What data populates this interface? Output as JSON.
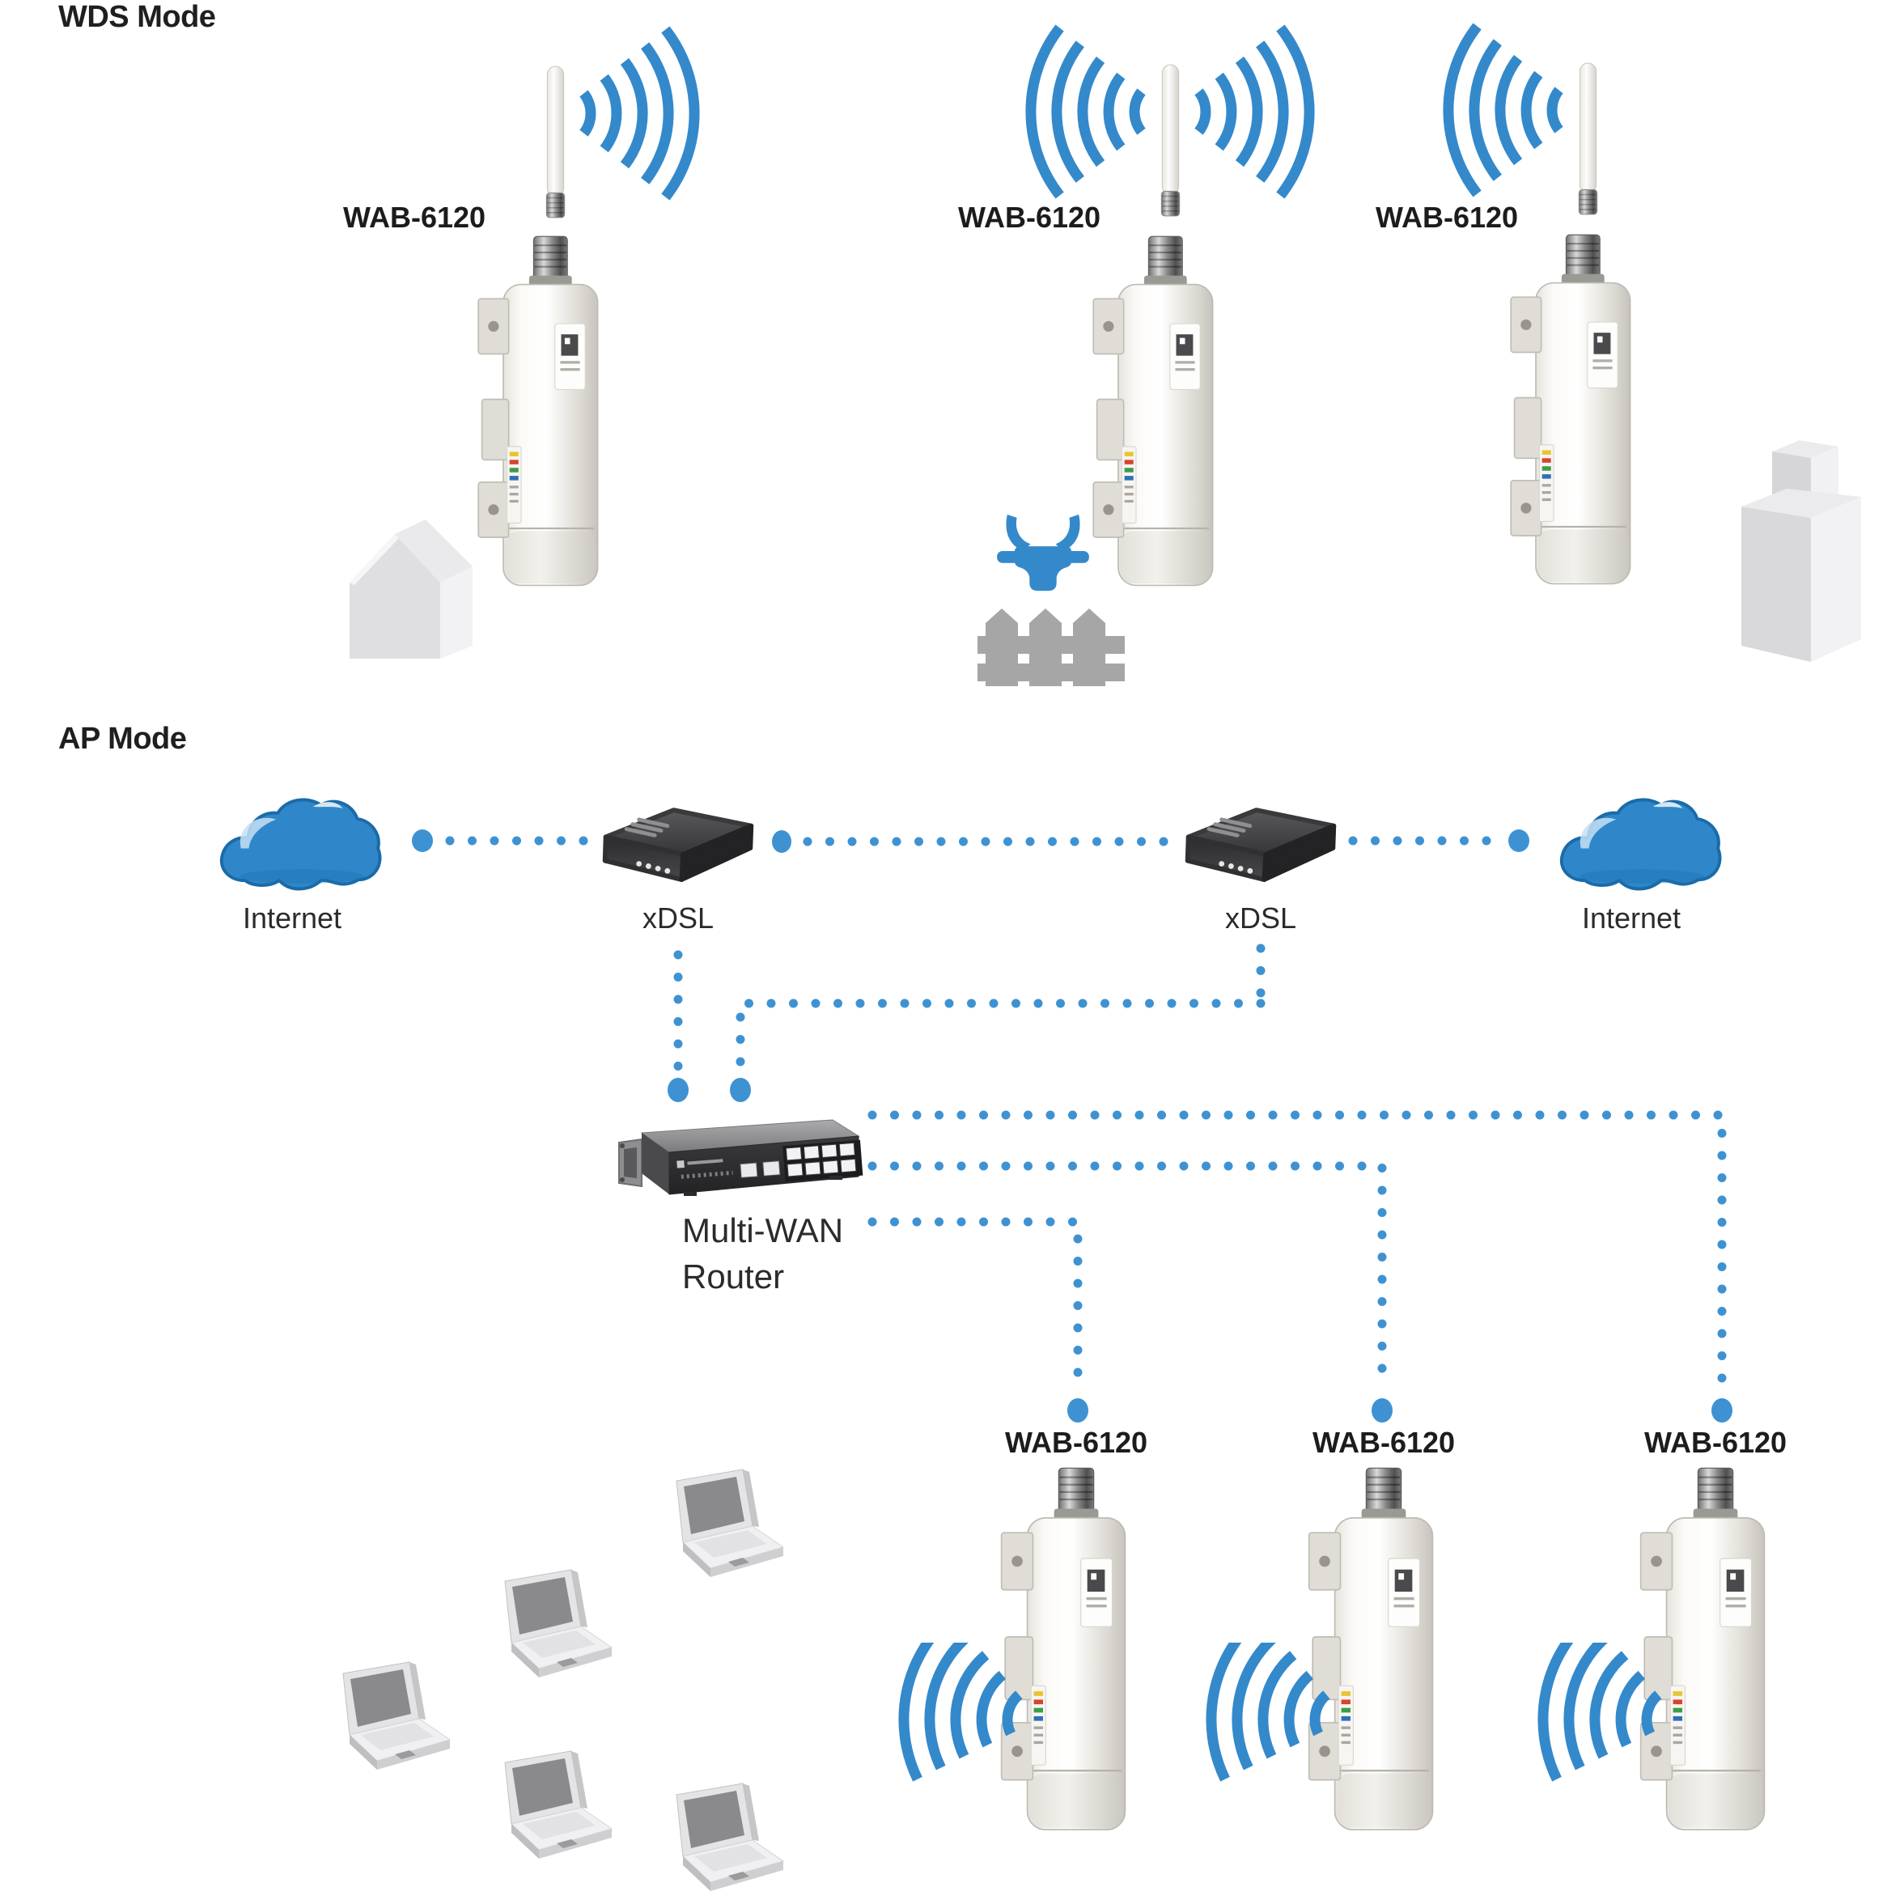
{
  "colors": {
    "wave_blue": "#3489CB",
    "dot_blue": "#3E92D2",
    "cloud_blue": "#2F87CA",
    "cloud_outline": "#1A6BA8",
    "title_text": "#1F1F1F",
    "label_text": "#2B2B2B",
    "fence_grey": "#A6A6A6",
    "device_body": "#EDEBE4"
  },
  "wds": {
    "title": "WDS Mode",
    "access_points": [
      {
        "label": "WAB-6120",
        "icon": "outdoor-ap-icon",
        "waves": "right"
      },
      {
        "label": "WAB-6120",
        "icon": "outdoor-ap-icon",
        "waves": "left-right"
      },
      {
        "label": "WAB-6120",
        "icon": "outdoor-ap-icon",
        "waves": "left"
      }
    ],
    "scene_icons": [
      "house-icon",
      "bull-icon",
      "fence-icon",
      "building-icon"
    ]
  },
  "ap": {
    "title": "AP Mode",
    "internet_left": {
      "label": "Internet",
      "icon": "cloud-icon"
    },
    "internet_right": {
      "label": "Internet",
      "icon": "cloud-icon"
    },
    "xdsl_left": {
      "label": "xDSL",
      "icon": "modem-icon"
    },
    "xdsl_right": {
      "label": "xDSL",
      "icon": "modem-icon"
    },
    "router": {
      "label_line1": "Multi-WAN",
      "label_line2": "Router",
      "icon": "router-icon"
    },
    "access_points": [
      {
        "label": "WAB-6120",
        "icon": "outdoor-ap-icon",
        "waves": "down-left"
      },
      {
        "label": "WAB-6120",
        "icon": "outdoor-ap-icon",
        "waves": "down-left"
      },
      {
        "label": "WAB-6120",
        "icon": "outdoor-ap-icon",
        "waves": "down-left"
      }
    ],
    "laptop_count": 5
  }
}
